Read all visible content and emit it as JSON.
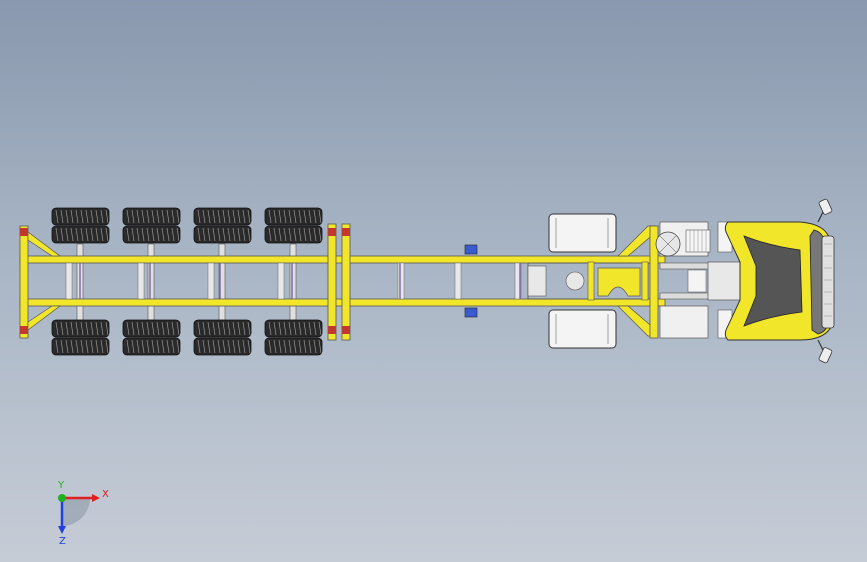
{
  "viewport": {
    "background_top": "#8998ae",
    "background_bottom": "#c6ccd6"
  },
  "model": {
    "frame_color": "#f2e62a",
    "cab_color": "#f2e62a",
    "tire_color": "#2a2a2a",
    "hub_color": "#ffffff",
    "accent_purple": "#6a4fa0",
    "accent_red": "#c0392b",
    "trailer_axles": 4,
    "tractor_axles": 2
  },
  "triad": {
    "x_label": "X",
    "y_label": "Y",
    "z_label": "Z",
    "x_color": "#e02020",
    "y_color": "#20b020",
    "z_color": "#2040e0"
  }
}
